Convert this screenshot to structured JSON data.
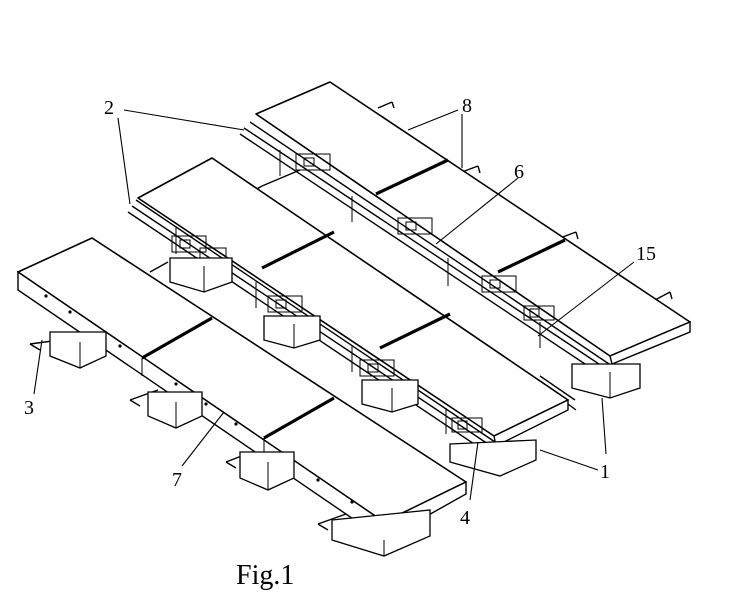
{
  "caption": "Fig.1",
  "labels": {
    "l2": "2",
    "l8": "8",
    "l6": "6",
    "l15": "15",
    "l3": "3",
    "l1": "1",
    "l7": "7",
    "l4": "4"
  },
  "colors": {
    "ink": "#000000",
    "paper": "#ffffff"
  }
}
